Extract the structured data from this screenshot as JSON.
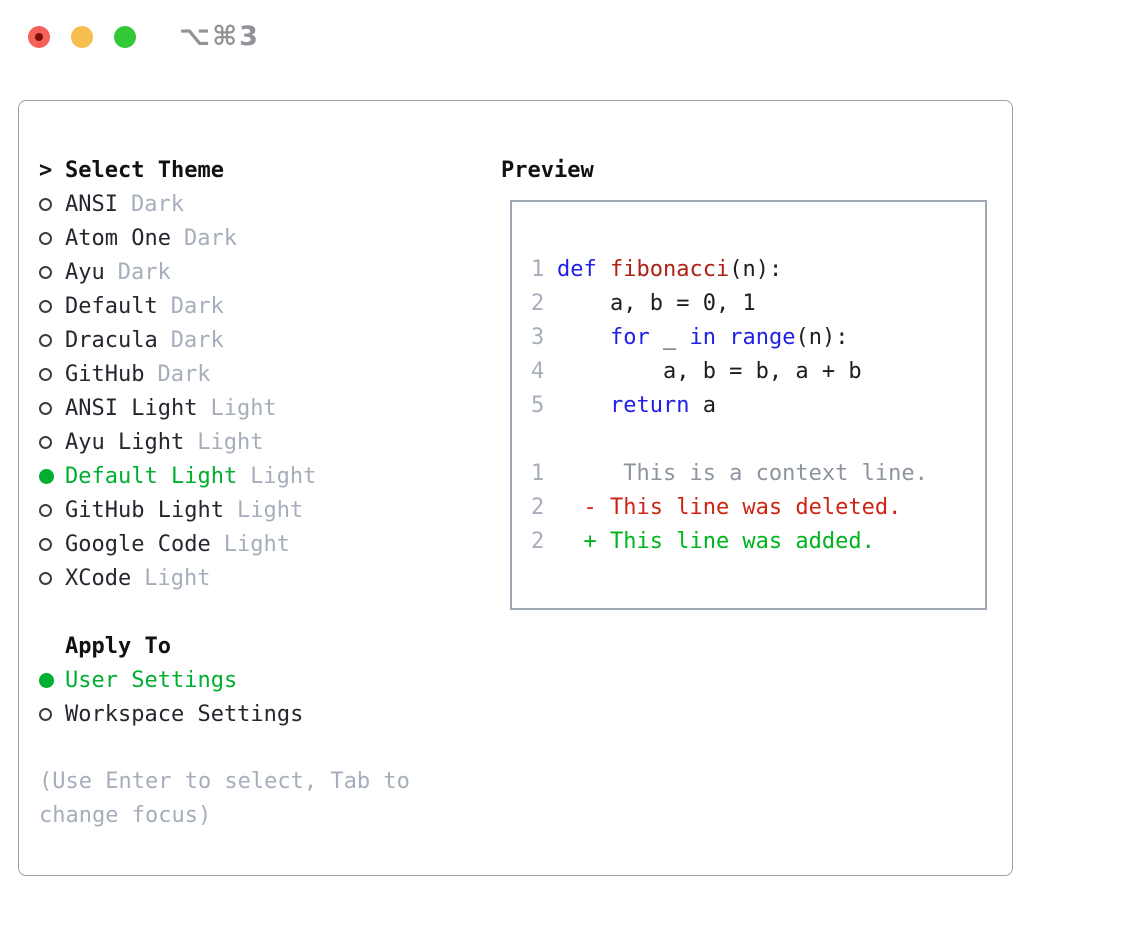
{
  "window": {
    "shortcut_label": "⌥⌘3",
    "traffic_lights": [
      {
        "name": "close",
        "color": "#f4605a",
        "inner_dot": "#7e0f08"
      },
      {
        "name": "minimize",
        "color": "#f6be4f"
      },
      {
        "name": "zoom",
        "color": "#32c837"
      }
    ]
  },
  "theme_panel": {
    "prompt": ">",
    "title": "Select Theme",
    "themes": [
      {
        "label": "ANSI",
        "variant": "Dark",
        "selected": false
      },
      {
        "label": "Atom One",
        "variant": "Dark",
        "selected": false
      },
      {
        "label": "Ayu",
        "variant": "Dark",
        "selected": false
      },
      {
        "label": "Default",
        "variant": "Dark",
        "selected": false
      },
      {
        "label": "Dracula",
        "variant": "Dark",
        "selected": false
      },
      {
        "label": "GitHub",
        "variant": "Dark",
        "selected": false
      },
      {
        "label": "ANSI Light",
        "variant": "Light",
        "selected": false
      },
      {
        "label": "Ayu Light",
        "variant": "Light",
        "selected": false
      },
      {
        "label": "Default Light",
        "variant": "Light",
        "selected": true
      },
      {
        "label": "GitHub Light",
        "variant": "Light",
        "selected": false
      },
      {
        "label": "Google Code",
        "variant": "Light",
        "selected": false
      },
      {
        "label": "XCode",
        "variant": "Light",
        "selected": false
      }
    ],
    "apply_to": {
      "title": "Apply To",
      "options": [
        {
          "label": "User Settings",
          "selected": true
        },
        {
          "label": "Workspace Settings",
          "selected": false
        }
      ]
    },
    "footer_hint": "(Use Enter to select, Tab to change focus)"
  },
  "preview": {
    "title": "Preview",
    "lines": [
      {
        "num": "1",
        "segments": [
          {
            "t": "def",
            "c": "kw"
          },
          {
            "t": " ",
            "c": "pl"
          },
          {
            "t": "fibonacci",
            "c": "fn"
          },
          {
            "t": "(n):",
            "c": "pl"
          }
        ]
      },
      {
        "num": "2",
        "segments": [
          {
            "t": "    a, b = 0, 1",
            "c": "pl"
          }
        ]
      },
      {
        "num": "3",
        "segments": [
          {
            "t": "    ",
            "c": "pl"
          },
          {
            "t": "for",
            "c": "kw"
          },
          {
            "t": " _ ",
            "c": "pl"
          },
          {
            "t": "in",
            "c": "kw"
          },
          {
            "t": " ",
            "c": "pl"
          },
          {
            "t": "range",
            "c": "kw"
          },
          {
            "t": "(n):",
            "c": "pl"
          }
        ]
      },
      {
        "num": "4",
        "segments": [
          {
            "t": "        a, b = b, a + b",
            "c": "pl"
          }
        ]
      },
      {
        "num": "5",
        "segments": [
          {
            "t": "    ",
            "c": "pl"
          },
          {
            "t": "return",
            "c": "kw"
          },
          {
            "t": " a",
            "c": "pl"
          }
        ]
      },
      {
        "num": "",
        "segments": []
      },
      {
        "num": "1",
        "segments": [
          {
            "t": "     This is a context line.",
            "c": "ctx"
          }
        ]
      },
      {
        "num": "2",
        "segments": [
          {
            "t": "  - This line was deleted.",
            "c": "del"
          }
        ]
      },
      {
        "num": "2",
        "segments": [
          {
            "t": "  + This line was added.",
            "c": "add"
          }
        ]
      }
    ]
  },
  "colors": {
    "accent_green": "#00af31",
    "keyword_blue": "#2121e6",
    "function_red": "#b02015",
    "diff_deleted_red": "#ce2413",
    "diff_added_green": "#00b41e",
    "muted_gray": "#a6aebb",
    "panel_border": "#99a2ae"
  }
}
